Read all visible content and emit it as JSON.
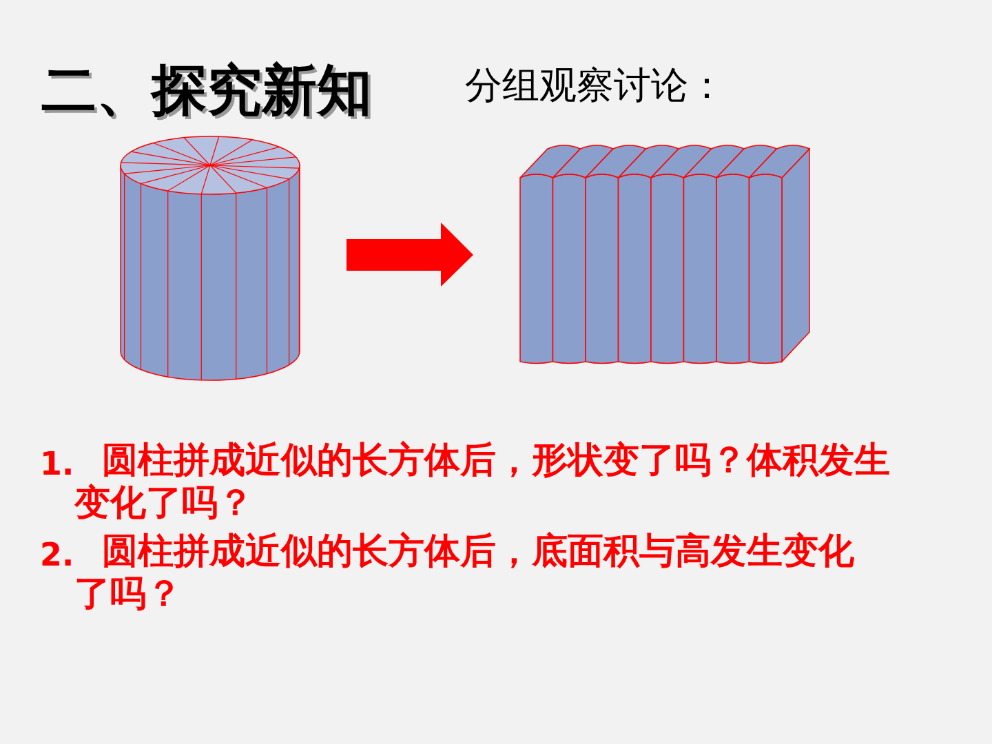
{
  "diagram": {
    "title": "二、探究新知",
    "labels": [
      "分组观察讨论：",
      "1.",
      "圆柱拼成近似的长方体后，形状变了吗？体积发生变化了吗？",
      "2.",
      "圆柱拼成近似的长方体后，底面积与高发生变化了吗？"
    ]
  }
}
